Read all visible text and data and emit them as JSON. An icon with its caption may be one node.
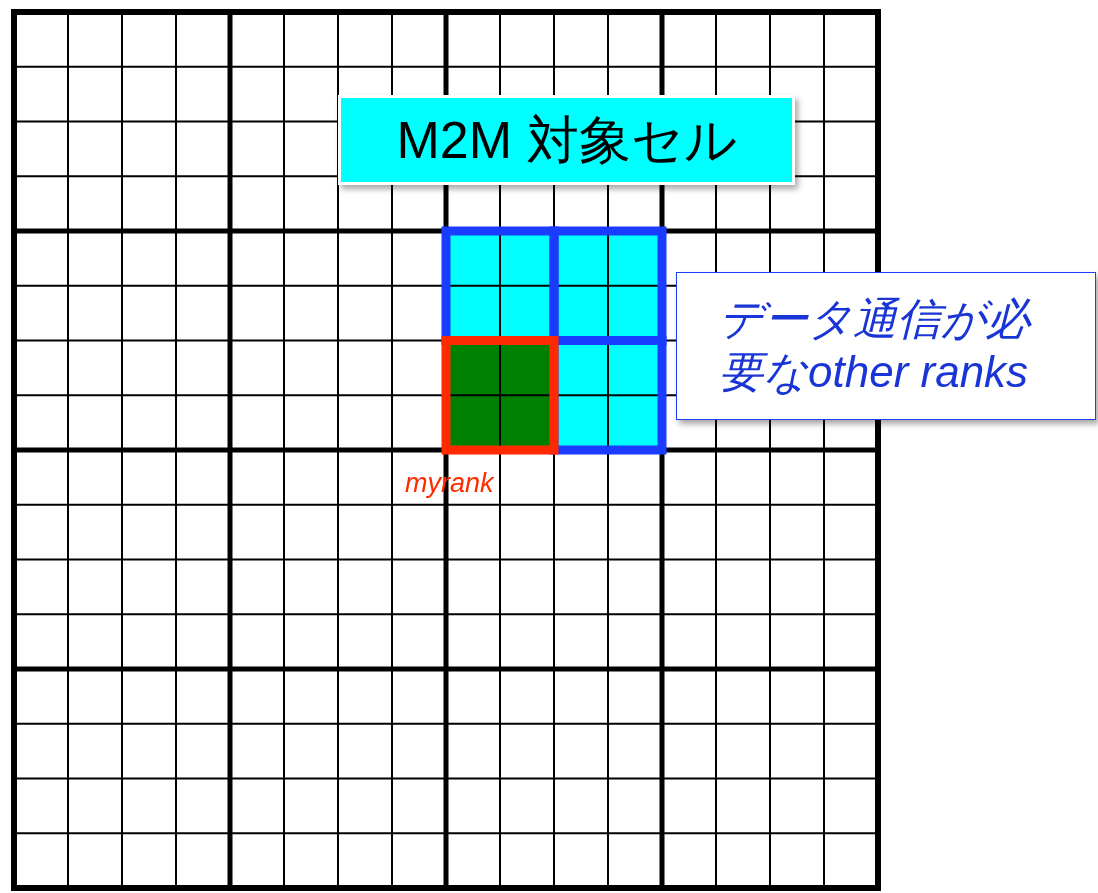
{
  "diagram": {
    "nodes": [
      {
        "text": [
          "M2M 対象セル"
        ]
      },
      {
        "text": [
          "データ通信が必要なother ranks"
        ]
      }
    ],
    "labels": [
      "myrank"
    ]
  }
}
